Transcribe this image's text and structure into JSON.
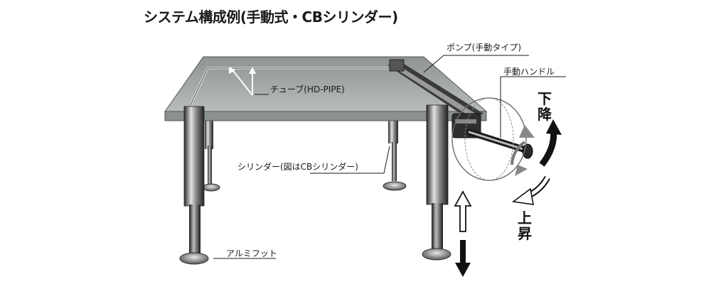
{
  "title": "システム構成例(手動式・CBシリンダー)",
  "labels": {
    "pump": "ポンプ(手動タイプ)",
    "handle": "手動ハンドル",
    "tube": "チューブ(HD-PIPE)",
    "cylinder": "シリンダー(図はCBシリンダー)",
    "foot": "アルミフット"
  },
  "direction": {
    "down_chars": [
      "下",
      "降"
    ],
    "up_chars": [
      "上",
      "昇"
    ]
  },
  "colors": {
    "table_top": "#a9aeae",
    "metal_dark": "#3a3a3a",
    "metal_light": "#d8d8d8",
    "arrow_black": "#111111"
  }
}
